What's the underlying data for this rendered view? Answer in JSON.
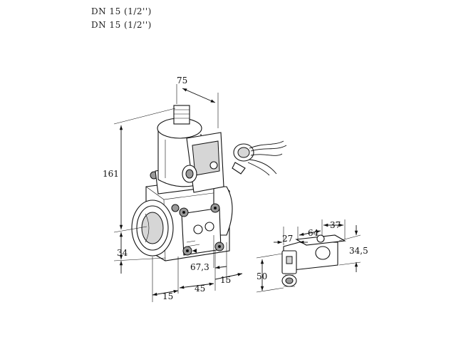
{
  "captions": {
    "line1": "DN 15 (1/2'')",
    "line2": "DN 15 (1/2'')"
  },
  "dimensions": {
    "width_top": "75",
    "height_total": "161",
    "height_lower": "34",
    "depth_front": "67,3",
    "inlet_offset": "15",
    "width_mid": "45",
    "outlet_offset": "15",
    "coil_width": "27",
    "coil_length": "64",
    "connector_width": "37",
    "coil_height": "34,5",
    "coil_depth": "50"
  }
}
